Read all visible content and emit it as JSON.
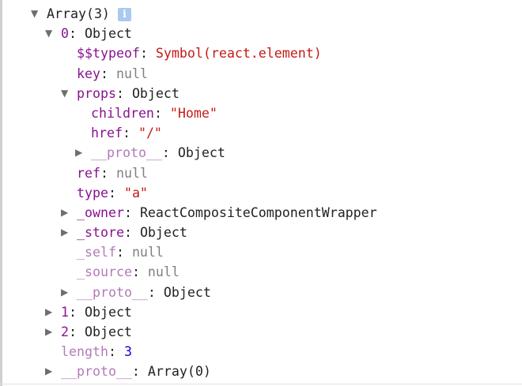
{
  "info_icon_glyph": "i",
  "colors": {
    "key": "#881391",
    "key_dim": "#b47ab8",
    "null": "#808080",
    "string": "#c41a16",
    "number": "#1c00cf"
  },
  "rows": [
    {
      "level": 0,
      "expander": "open",
      "key": "",
      "value": "Array(3)",
      "type": "obj",
      "info": true
    },
    {
      "level": 1,
      "expander": "open",
      "key": "0",
      "value": "Object",
      "type": "obj"
    },
    {
      "level": 2,
      "expander": "none",
      "key": "$$typeof",
      "value": "Symbol(react.element)",
      "type": "sym"
    },
    {
      "level": 2,
      "expander": "none",
      "key": "key",
      "value": "null",
      "type": "null"
    },
    {
      "level": 2,
      "expander": "open",
      "key": "props",
      "value": "Object",
      "type": "obj"
    },
    {
      "level": 3,
      "expander": "none",
      "key": "children",
      "value": "\"Home\"",
      "type": "str"
    },
    {
      "level": 3,
      "expander": "none",
      "key": "href",
      "value": "\"/\"",
      "type": "str"
    },
    {
      "level": 3,
      "expander": "closed",
      "key": "__proto__",
      "value": "Object",
      "type": "obj",
      "dim": true
    },
    {
      "level": 2,
      "expander": "none",
      "key": "ref",
      "value": "null",
      "type": "null"
    },
    {
      "level": 2,
      "expander": "none",
      "key": "type",
      "value": "\"a\"",
      "type": "str"
    },
    {
      "level": 2,
      "expander": "closed",
      "key": "_owner",
      "value": "ReactCompositeComponentWrapper",
      "type": "obj"
    },
    {
      "level": 2,
      "expander": "closed",
      "key": "_store",
      "value": "Object",
      "type": "obj"
    },
    {
      "level": 2,
      "expander": "none",
      "key": "_self",
      "value": "null",
      "type": "null",
      "dim": true
    },
    {
      "level": 2,
      "expander": "none",
      "key": "_source",
      "value": "null",
      "type": "null",
      "dim": true
    },
    {
      "level": 2,
      "expander": "closed",
      "key": "__proto__",
      "value": "Object",
      "type": "obj",
      "dim": true
    },
    {
      "level": 1,
      "expander": "closed",
      "key": "1",
      "value": "Object",
      "type": "obj"
    },
    {
      "level": 1,
      "expander": "closed",
      "key": "2",
      "value": "Object",
      "type": "obj"
    },
    {
      "level": 1,
      "expander": "none",
      "key": "length",
      "value": "3",
      "type": "num",
      "dim": true
    },
    {
      "level": 1,
      "expander": "closed",
      "key": "__proto__",
      "value": "Array(0)",
      "type": "obj",
      "dim": true
    }
  ]
}
